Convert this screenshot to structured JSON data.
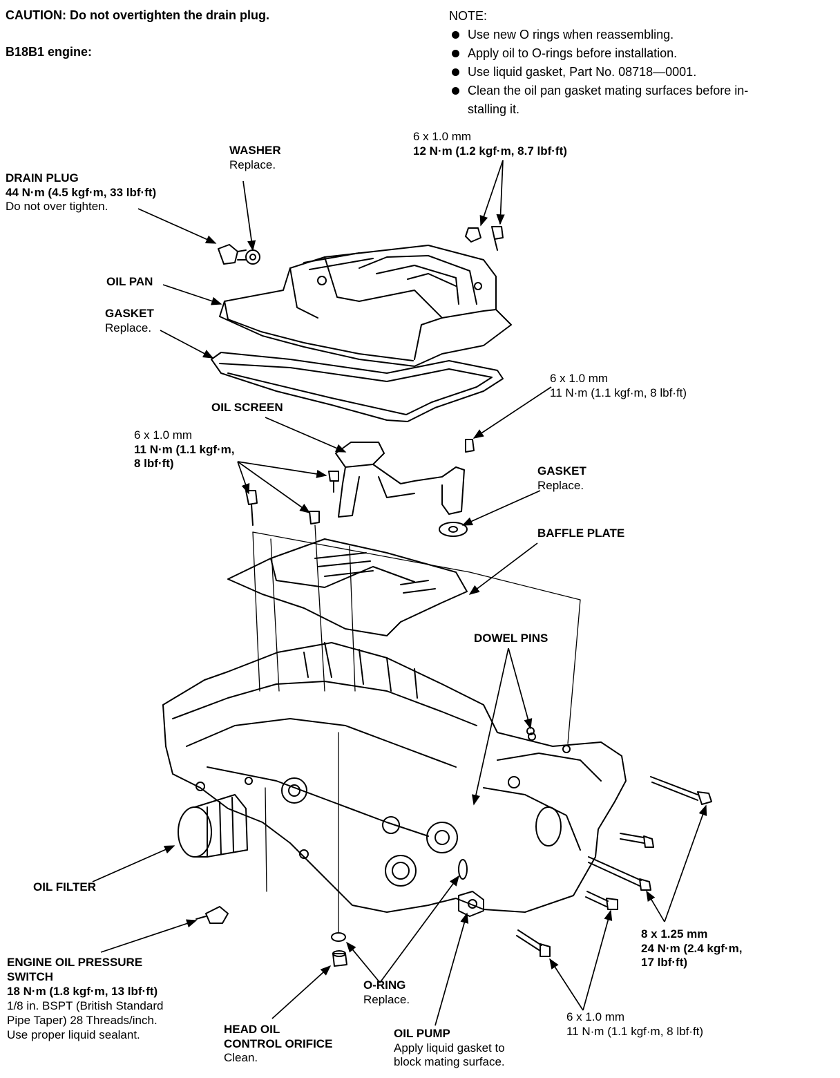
{
  "caution": "CAUTION:  Do not overtighten the drain plug.",
  "engine": "B18B1 engine:",
  "note": {
    "title": "NOTE:",
    "items": [
      "Use new O rings when reassembling.",
      "Apply oil to O-rings before installation.",
      "Use liquid gasket, Part No. 08718—0001.",
      "Clean the oil pan gasket mating surfaces before in-"
    ],
    "continuation": "stalling it."
  },
  "labels": {
    "bolt_top": {
      "size": "6 x 1.0 mm",
      "torque": "12 N·m (1.2 kgf·m, 8.7 lbf·ft)"
    },
    "washer": {
      "name": "WASHER",
      "note": "Replace."
    },
    "drain_plug": {
      "name": "DRAIN PLUG",
      "torque": "44 N·m (4.5 kgf·m, 33 lbf·ft)",
      "note": "Do not over tighten."
    },
    "oil_pan": {
      "name": "OIL PAN"
    },
    "gasket_pan": {
      "name": "GASKET",
      "note": "Replace."
    },
    "bolt_screen": {
      "size": "6 x 1.0 mm",
      "torque": "11 N·m (1.1 kgf·m, 8 lbf·ft)"
    },
    "oil_screen": {
      "name": "OIL SCREEN"
    },
    "bolt_baffle": {
      "size": "6 x 1.0 mm",
      "torque1": "11 N·m (1.1 kgf·m,",
      "torque2": "8 lbf·ft)"
    },
    "gasket_screen": {
      "name": "GASKET",
      "note": "Replace."
    },
    "baffle_plate": {
      "name": "BAFFLE PLATE"
    },
    "dowel_pins": {
      "name": "DOWEL PINS"
    },
    "oil_filter": {
      "name": "OIL FILTER"
    },
    "pressure_switch": {
      "name1": "ENGINE OIL PRESSURE",
      "name2": "SWITCH",
      "torque": "18 N·m (1.8 kgf·m, 13 lbf·ft)",
      "spec1": "1/8 in. BSPT (British Standard",
      "spec2": "Pipe Taper) 28 Threads/inch.",
      "spec3": "Use proper liquid sealant."
    },
    "orifice": {
      "name1": "HEAD OIL",
      "name2": "CONTROL ORIFICE",
      "note": "Clean."
    },
    "o_ring": {
      "name": "O-RING",
      "note": "Replace."
    },
    "oil_pump": {
      "name": "OIL PUMP",
      "note1": "Apply liquid gasket to",
      "note2": "block mating surface."
    },
    "bolt_pump_small": {
      "size": "6 x 1.0 mm",
      "torque": "11 N·m (1.1 kgf·m, 8 lbf·ft)"
    },
    "bolt_pump_large": {
      "size": "8 x 1.25 mm",
      "torque1": "24 N·m (2.4 kgf·m,",
      "torque2": "17 lbf·ft)"
    }
  }
}
